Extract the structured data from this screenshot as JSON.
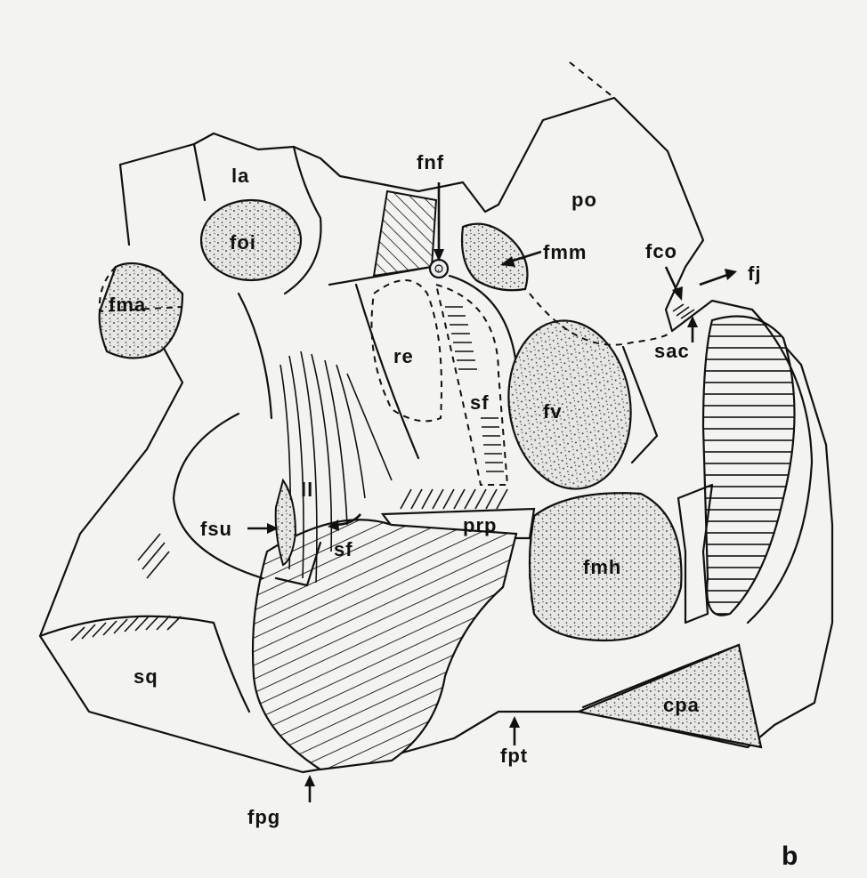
{
  "panel_label": "b",
  "labels": {
    "la": "la",
    "po": "po",
    "foi": "foi",
    "fnf": "fnf",
    "fmm": "fmm",
    "fco": "fco",
    "fj": "fj",
    "fma": "fma",
    "re": "re",
    "sac": "sac",
    "sf_upper": "sf",
    "fv": "fv",
    "ll": "ll",
    "fsu": "fsu",
    "sf_lower": "sf",
    "prp": "prp",
    "fmh": "fmh",
    "sq": "sq",
    "cpa": "cpa",
    "fpt": "fpt",
    "fpg": "fpg"
  }
}
